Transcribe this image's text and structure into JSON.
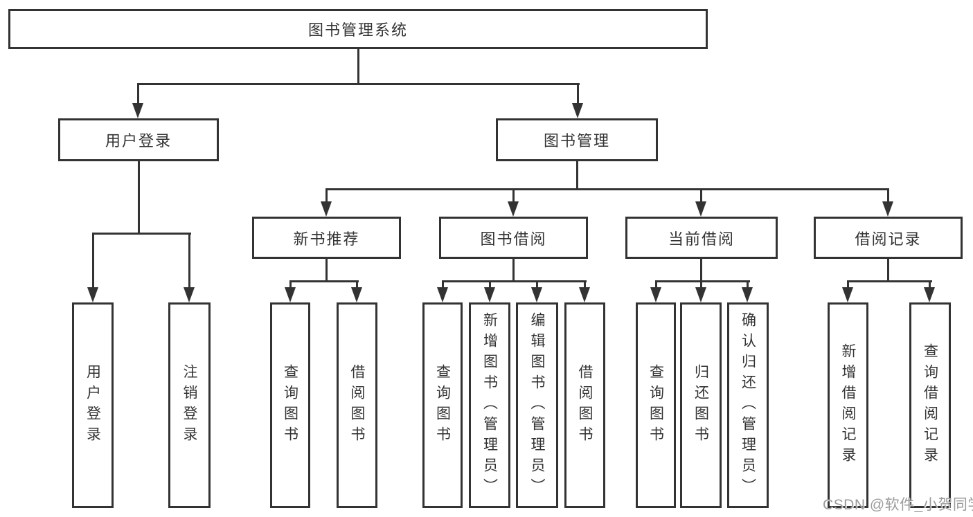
{
  "diagram": {
    "root": {
      "label": "图书管理系统"
    },
    "branches": [
      {
        "label": "用户登录",
        "children": [
          {
            "label": "用户登录"
          },
          {
            "label": "注销登录"
          }
        ]
      },
      {
        "label": "图书管理",
        "children": [
          {
            "label": "新书推荐",
            "children": [
              {
                "label": "查询图书"
              },
              {
                "label": "借阅图书"
              }
            ]
          },
          {
            "label": "图书借阅",
            "children": [
              {
                "label": "查询图书"
              },
              {
                "label": "新增图书（管理员）"
              },
              {
                "label": "编辑图书（管理员）"
              },
              {
                "label": "借阅图书"
              }
            ]
          },
          {
            "label": "当前借阅",
            "children": [
              {
                "label": "查询图书"
              },
              {
                "label": "归还图书"
              },
              {
                "label": "确认归还（管理员）"
              }
            ]
          },
          {
            "label": "借阅记录",
            "children": [
              {
                "label": "新增借阅记录"
              },
              {
                "label": "查询借阅记录"
              }
            ]
          }
        ]
      }
    ]
  },
  "watermark": {
    "text": "CSDN @软件_小贺同学"
  },
  "colors": {
    "line": "#333333",
    "box_border": "#333333",
    "text": "#333333",
    "background": "#ffffff",
    "watermark": "#9b9b9b"
  }
}
